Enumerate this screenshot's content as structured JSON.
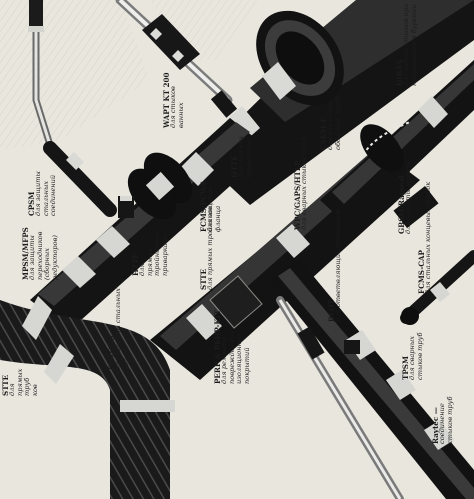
{
  "colors": {
    "background": "#e9e6de",
    "pipe_dark": "#151515",
    "pipe_mid": "#3a3a3a",
    "steel": "#d7d7d3",
    "steel_shadow": "#9a9a96",
    "label_text": "#1c1c1c"
  },
  "labels": {
    "wapt": {
      "code": "WAPT KT 200",
      "lines": [
        "для стыков",
        "ванных"
      ]
    },
    "dirax": {
      "code": "DIRAX",
      "lines": [
        "для гибких стыков при",
        "направленном бурении"
      ]
    },
    "csem": {
      "code": "CSEM-F",
      "lines": [
        "для изоляции",
        "обсадных труб"
      ]
    },
    "htte_top": {
      "code": "HTTE",
      "lines": [
        "для прямых",
        "тройников"
      ]
    },
    "cpsm": {
      "code": "CPSM",
      "lines": [
        "для защиты",
        "стальных",
        "соединений"
      ]
    },
    "fcms": {
      "code": "FCMS/PCWS",
      "lines": [
        "для защиты",
        "фланца"
      ]
    },
    "wpc": {
      "code": "WPC/GAPS/HTLP",
      "lines": [
        "для сварных стыков труб"
      ]
    },
    "gbsm": {
      "code": "GBSM/Rayseal",
      "lines": [
        "для защиты муфты"
      ]
    },
    "mps": {
      "code": "MPSM/MFPS",
      "lines": [
        "для защиты",
        "переходников",
        "(сборных",
        "редукторов)"
      ]
    },
    "htte_mid": {
      "code": "HTTE",
      "lines": [
        "для",
        "прямых",
        "тройников с",
        "приварками"
      ]
    },
    "stte_mid": {
      "code": "STTE",
      "lines": [
        "для прямых тройников"
      ]
    },
    "blot": {
      "code": "BLOT",
      "lines": [
        "для ответвляющих тройников"
      ]
    },
    "fcms_cap": {
      "code": "FCMS-CAP",
      "lines": [
        "для стальных концевых пробок"
      ]
    },
    "flexclad": {
      "code": "FlexClad",
      "lines": [
        "для защиты стальных",
        "колен"
      ]
    },
    "perp": {
      "code": "PERP & PEHP-KIT",
      "lines": [
        "для ремонта",
        "поврежденных",
        "изоляционных",
        "покрытий"
      ]
    },
    "tpsm": {
      "code": "TPSM",
      "lines": [
        "для сварных",
        "стыков труб"
      ]
    },
    "stte_left": {
      "code": "STTE",
      "lines": [
        "для",
        "прямых",
        "труб",
        "ков"
      ]
    },
    "raytec": {
      "code": "Raytec —",
      "lines": [
        "соединение",
        "стыков труб"
      ]
    }
  }
}
